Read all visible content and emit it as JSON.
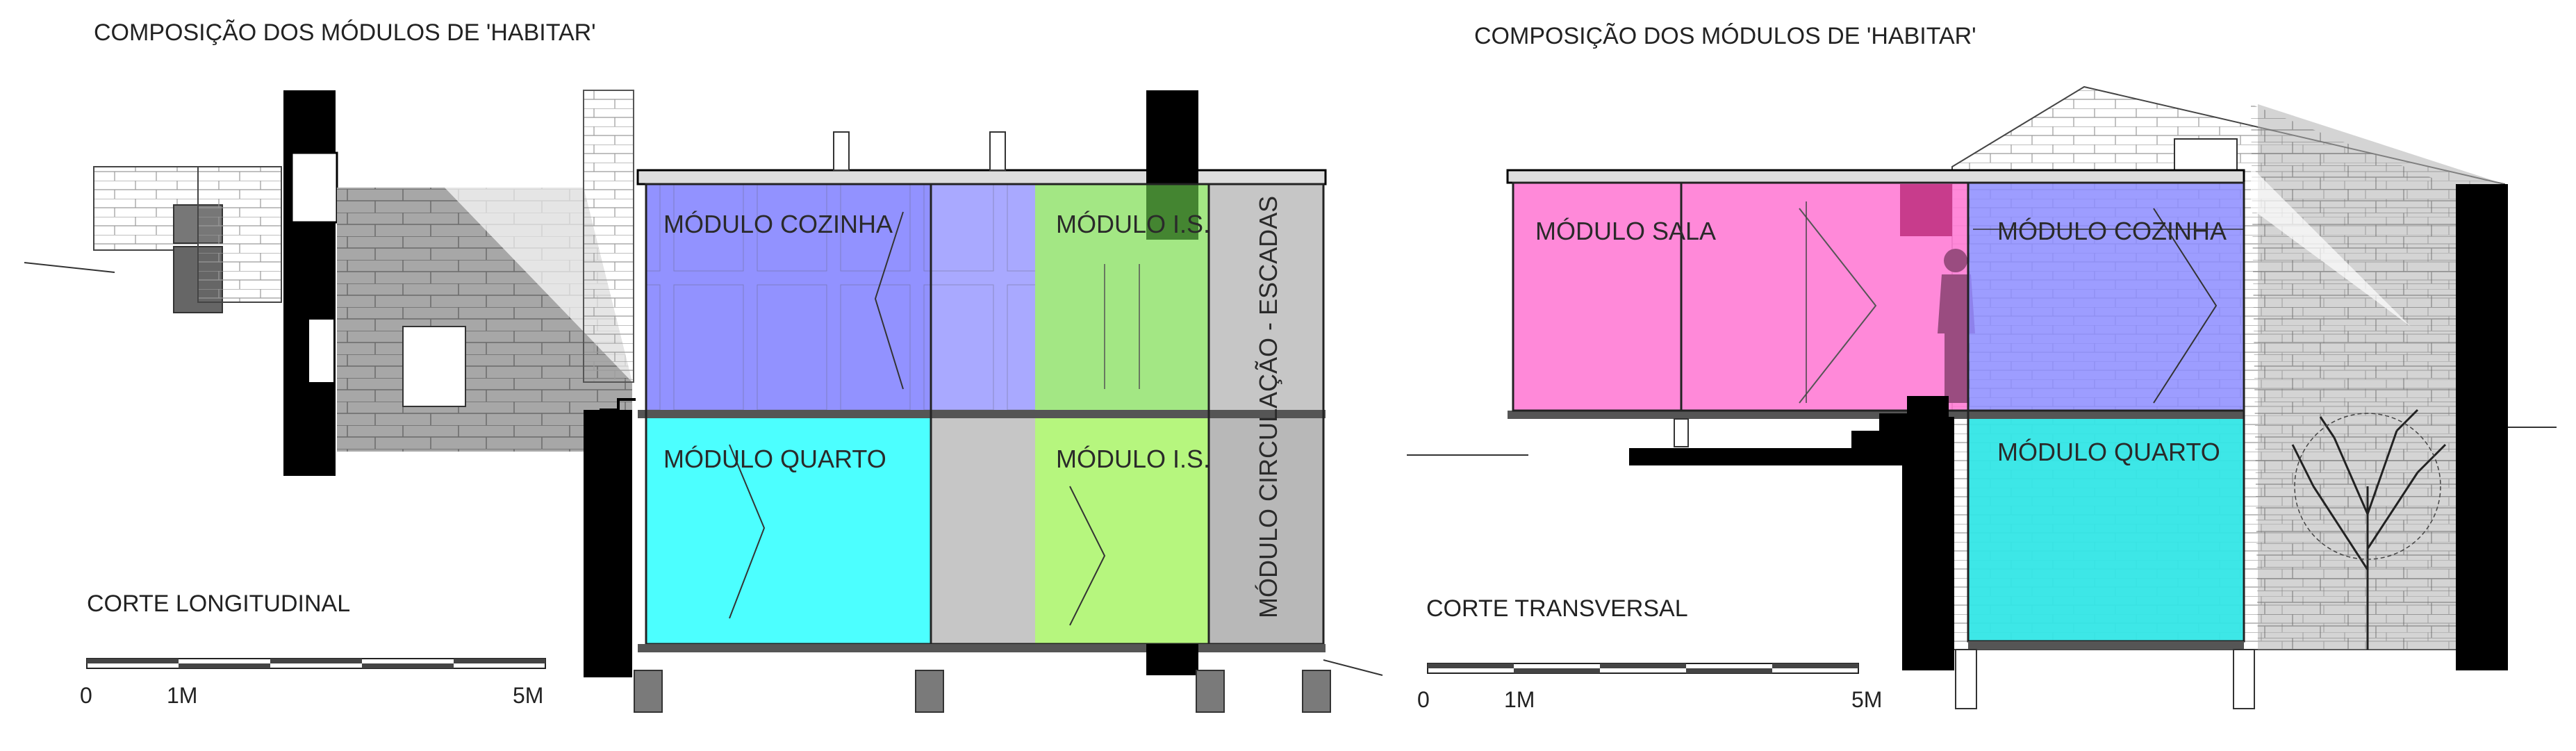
{
  "left": {
    "composition_title": "COMPOSIÇÃO DOS MÓDULOS DE 'HABITAR'",
    "section_title": "CORTE LONGITUDINAL",
    "modules": {
      "kitchen": "MÓDULO COZINHA",
      "wc_upper": "MÓDULO I.S.",
      "bedroom": "MÓDULO QUARTO",
      "wc_lower": "MÓDULO I.S.",
      "circulation": "MÓDULO CIRCULAÇÃO - ESCADAS"
    },
    "scale": {
      "zero": "0",
      "one": "1M",
      "five": "5M"
    }
  },
  "right": {
    "composition_title": "COMPOSIÇÃO DOS MÓDULOS DE 'HABITAR'",
    "section_title": "CORTE TRANSVERSAL",
    "modules": {
      "living": "MÓDULO SALA",
      "kitchen": "MÓDULO COZINHA",
      "bedroom": "MÓDULO QUARTO"
    },
    "scale": {
      "zero": "0",
      "one": "1M",
      "five": "5M"
    }
  },
  "colors": {
    "kitchen": "#8c8cff",
    "wc": "#8fe860",
    "bedroom": "#40ffff",
    "circulation": "#bfbfbf",
    "living": "#ff80d8",
    "bedroom_right": "#33e6e6",
    "wall_black": "#000000",
    "stone_grey": "#9a9a9a"
  }
}
